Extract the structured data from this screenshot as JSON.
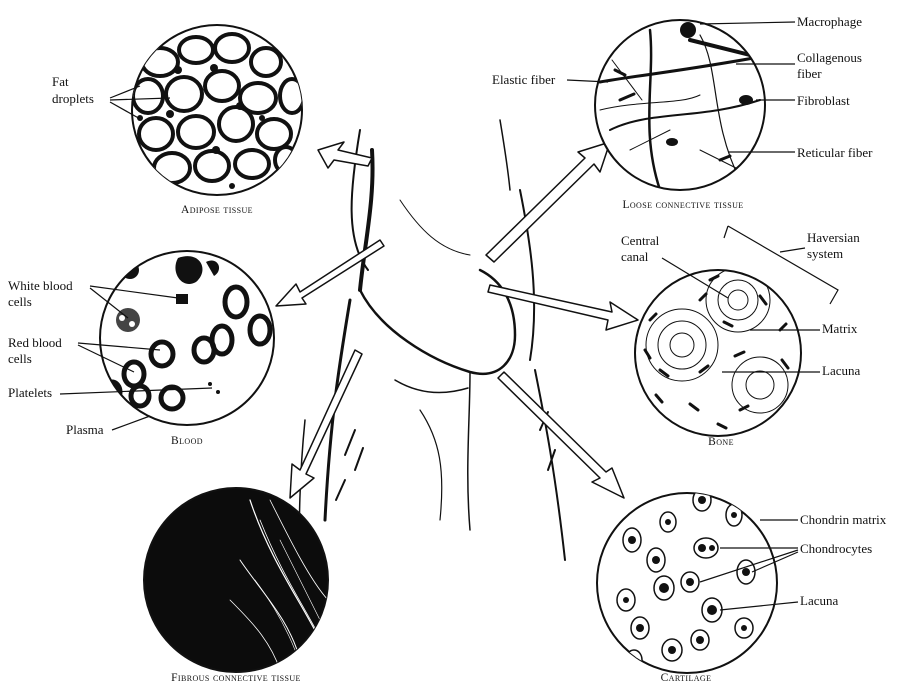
{
  "colors": {
    "ink": "#111111",
    "paper": "#ffffff",
    "shade": "#555555"
  },
  "tissues": {
    "adipose": {
      "caption": "Adipose tissue",
      "labels": {
        "fat_droplets_1": "Fat",
        "fat_droplets_2": "droplets"
      }
    },
    "loose": {
      "caption": "Loose connective tissue",
      "labels": {
        "macrophage": "Macrophage",
        "collagenous_1": "Collagenous",
        "collagenous_2": "fiber",
        "elastic": "Elastic fiber",
        "fibroblast": "Fibroblast",
        "reticular": "Reticular fiber"
      }
    },
    "blood": {
      "caption": "Blood",
      "labels": {
        "wbc_1": "White blood",
        "wbc_2": "cells",
        "rbc_1": "Red blood",
        "rbc_2": "cells",
        "platelets": "Platelets",
        "plasma": "Plasma"
      }
    },
    "bone": {
      "caption": "Bone",
      "labels": {
        "central_1": "Central",
        "central_2": "canal",
        "haversian_1": "Haversian",
        "haversian_2": "system",
        "matrix": "Matrix",
        "lacuna": "Lacuna"
      }
    },
    "fibrous": {
      "caption": "Fibrous connective tissue"
    },
    "cartilage": {
      "caption": "Cartilage",
      "labels": {
        "chondrin": "Chondrin matrix",
        "chondrocytes": "Chondrocytes",
        "lacuna": "Lacuna"
      }
    }
  }
}
